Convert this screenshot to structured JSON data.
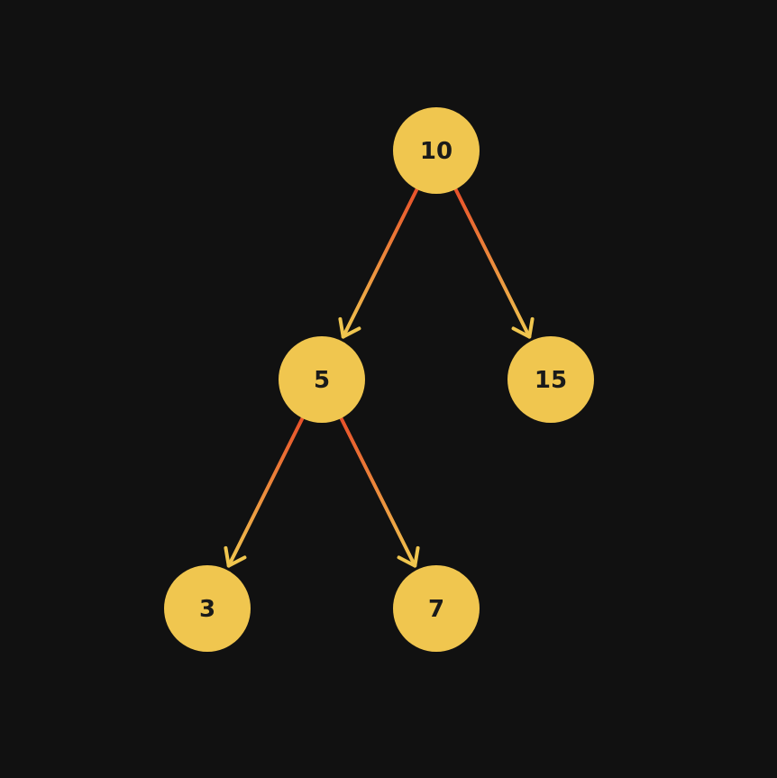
{
  "tree": {
    "nodes": [
      {
        "id": "n10",
        "label": "10"
      },
      {
        "id": "n5",
        "label": "5"
      },
      {
        "id": "n15",
        "label": "15"
      },
      {
        "id": "n3",
        "label": "3"
      },
      {
        "id": "n7",
        "label": "7"
      }
    ],
    "edges": [
      {
        "from": "n10",
        "to": "n5"
      },
      {
        "from": "n10",
        "to": "n15"
      },
      {
        "from": "n5",
        "to": "n3"
      },
      {
        "from": "n5",
        "to": "n7"
      }
    ],
    "colors": {
      "background": "#111111",
      "node_fill": "#F0C64F",
      "node_text": "#1a1a1a",
      "edge_start": "#E8502A",
      "edge_end": "#F0C64F"
    }
  }
}
